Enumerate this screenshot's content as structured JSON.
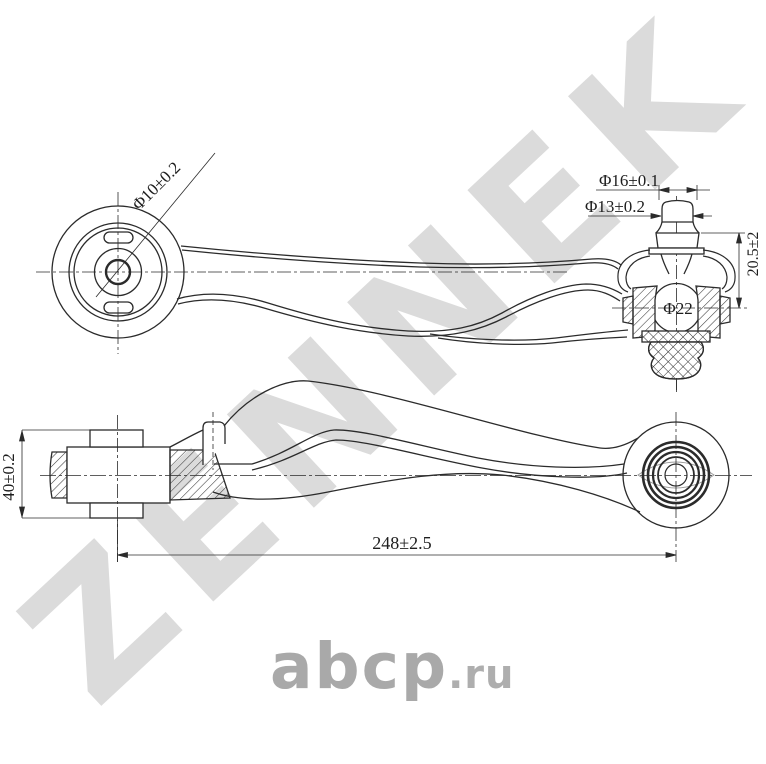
{
  "watermarks": {
    "brand_text": "ZENNEK",
    "site_text": "abcp",
    "site_suffix": ".ru"
  },
  "views": {
    "top_view": {
      "name": "control arm - plan view with ball joint section",
      "labels": {
        "bushing_bore_dia": "Φ10±0.2",
        "stud_top_dia": "Φ16±0.1",
        "stud_neck_dia": "Φ13±0.2",
        "stud_height": "20.5±2",
        "ball_dia": "Φ22"
      }
    },
    "bottom_view": {
      "name": "control arm - side view",
      "labels": {
        "bushing_width": "40±0.2",
        "center_distance": "248±2.5"
      }
    }
  },
  "colors": {
    "background": "#ffffff",
    "line": "#2b2b2b",
    "brand_watermark": "#dbdbdb",
    "site_watermark": "#a9a9a9"
  }
}
